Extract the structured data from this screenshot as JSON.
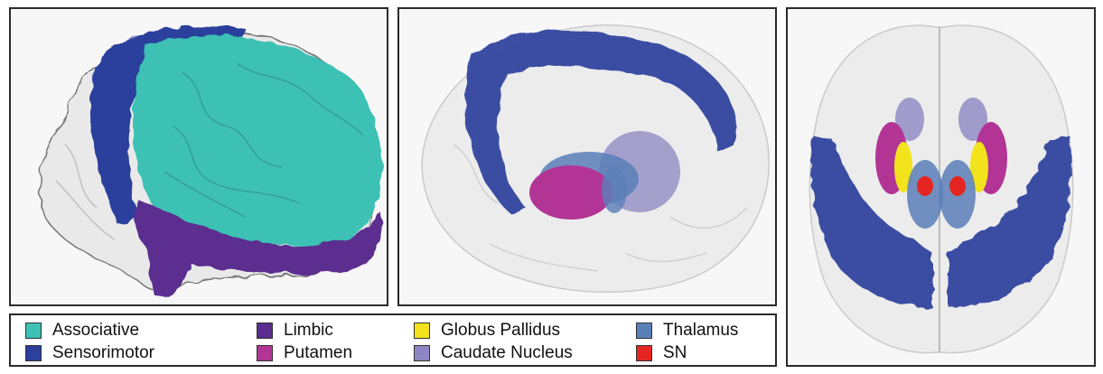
{
  "colors": {
    "associative": "#3dc1b4",
    "sensorimotor": "#2c3f9c",
    "limbic": "#5b2d90",
    "globus_pallidus": "#f2e31c",
    "thalamus": "#5b7fb8",
    "putamen": "#b23595",
    "caudate_nucleus": "#8c87c2",
    "sn": "#e52522",
    "brain_surface": "#e9e9e9"
  },
  "legend": [
    {
      "label": "Associative",
      "color_key": "associative",
      "swatch_icon": "square-swatch-icon"
    },
    {
      "label": "Sensorimotor",
      "color_key": "sensorimotor",
      "swatch_icon": "square-swatch-icon"
    },
    {
      "label": "Limbic",
      "color_key": "limbic",
      "swatch_icon": "square-swatch-icon"
    },
    {
      "label": "Putamen",
      "color_key": "putamen",
      "swatch_icon": "square-swatch-icon"
    },
    {
      "label": "Globus Pallidus",
      "color_key": "globus_pallidus",
      "swatch_icon": "square-swatch-icon"
    },
    {
      "label": "Caudate Nucleus",
      "color_key": "caudate_nucleus",
      "swatch_icon": "square-swatch-icon"
    },
    {
      "label": "Thalamus",
      "color_key": "thalamus",
      "swatch_icon": "square-swatch-icon"
    },
    {
      "label": "SN",
      "color_key": "sn",
      "swatch_icon": "square-swatch-icon"
    }
  ],
  "panels": [
    {
      "view": "lateral brain surface",
      "icon": "brain-lateral-icon"
    },
    {
      "view": "transparent lateral brain with subcortical nuclei",
      "icon": "brain-transparent-lateral-icon"
    },
    {
      "view": "transparent axial brain with subcortical nuclei",
      "icon": "brain-axial-icon"
    }
  ]
}
